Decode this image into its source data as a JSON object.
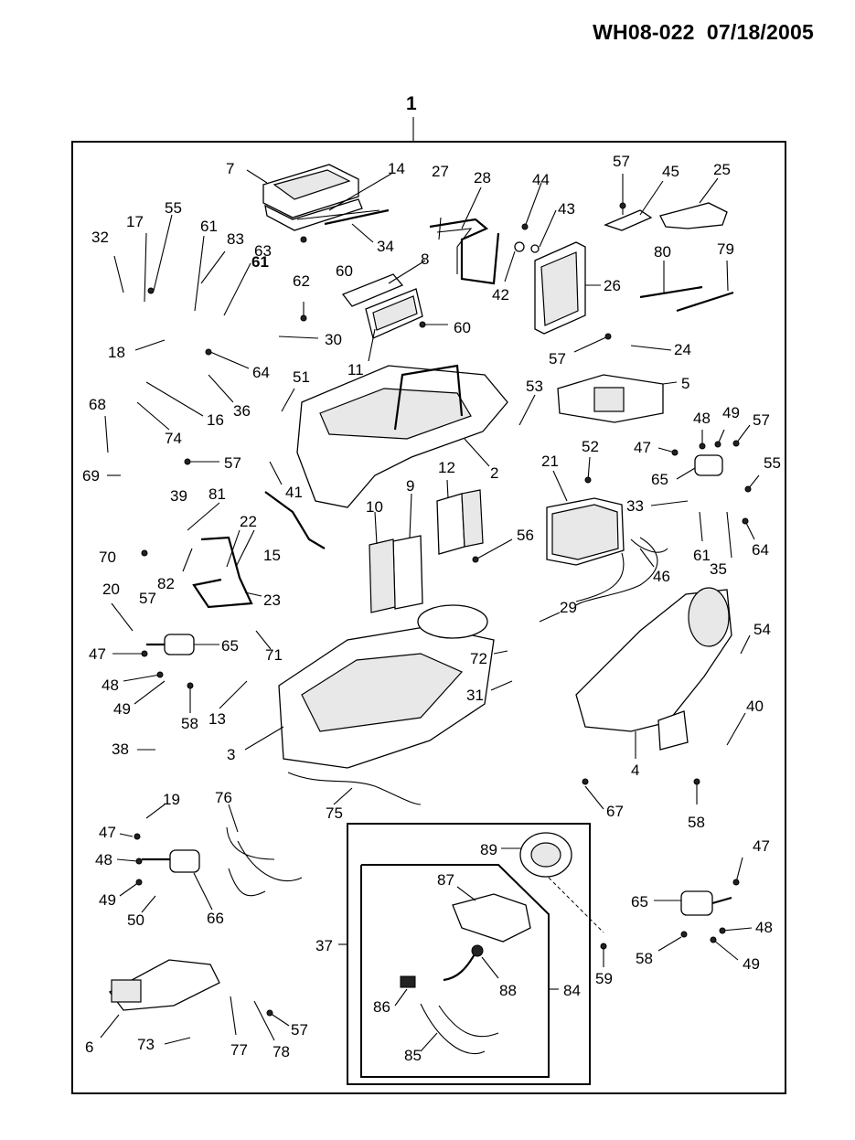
{
  "header": {
    "code": "WH08-022",
    "date": "07/18/2005"
  },
  "assembly_label": "1",
  "labels": {
    "n2": "2",
    "n3": "3",
    "n4": "4",
    "n5": "5",
    "n6": "6",
    "n7": "7",
    "n8": "8",
    "n9": "9",
    "n10": "10",
    "n11": "11",
    "n12": "12",
    "n13": "13",
    "n14": "14",
    "n15": "15",
    "n16": "16",
    "n17": "17",
    "n18": "18",
    "n19": "19",
    "n20": "20",
    "n21": "21",
    "n22": "22",
    "n23": "23",
    "n24": "24",
    "n25": "25",
    "n26": "26",
    "n27": "27",
    "n28": "28",
    "n29": "29",
    "n30": "30",
    "n31": "31",
    "n32": "32",
    "n33": "33",
    "n34": "34",
    "n35": "35",
    "n36": "36",
    "n37": "37",
    "n38": "38",
    "n39": "39",
    "n40": "40",
    "n41": "41",
    "n42": "42",
    "n43": "43",
    "n44": "44",
    "n45": "45",
    "n46": "46",
    "n47": "47",
    "n48": "48",
    "n49": "49",
    "n50": "50",
    "n51": "51",
    "n52": "52",
    "n53": "53",
    "n54": "54",
    "n55": "55",
    "n56": "56",
    "n57": "57",
    "n58": "58",
    "n59": "59",
    "n60": "60",
    "n61": "61",
    "n62": "62",
    "n63": "63",
    "n64": "64",
    "n65": "65",
    "n66": "66",
    "n67": "67",
    "n68": "68",
    "n69": "69",
    "n70": "70",
    "n71": "71",
    "n72": "72",
    "n73": "73",
    "n74": "74",
    "n75": "75",
    "n76": "76",
    "n77": "77",
    "n78": "78",
    "n79": "79",
    "n80": "80",
    "n81": "81",
    "n82": "82",
    "n83": "83",
    "n84": "84",
    "n85": "85",
    "n86": "86",
    "n87": "87",
    "n88": "88",
    "n89": "89"
  }
}
